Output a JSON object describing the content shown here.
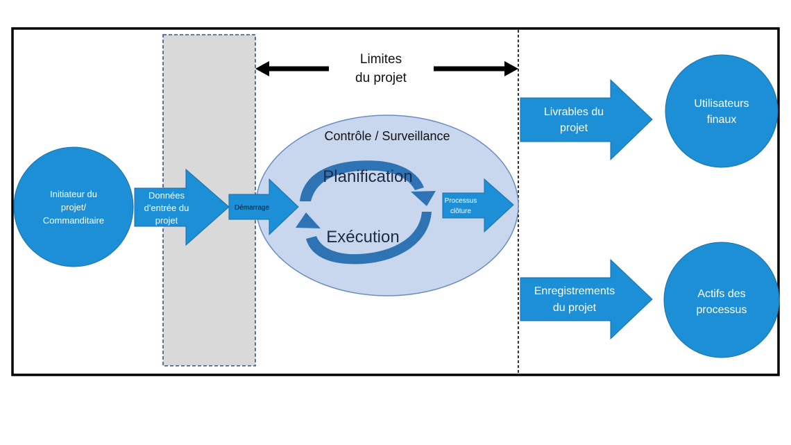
{
  "boundary": {
    "label_line1": "Limites",
    "label_line2": "du projet"
  },
  "initiator": {
    "line1": "Initiateur du",
    "line2": "projet/",
    "line3": "Commanditaire"
  },
  "inputs": {
    "line1": "Données",
    "line2": "d'entrée du",
    "line3": "projet"
  },
  "start": {
    "label": "Démarrage"
  },
  "control": {
    "label": "Contrôle / Surveillance"
  },
  "planning": {
    "label": "Planification"
  },
  "execution": {
    "label": "Exécution"
  },
  "closing": {
    "line1": "Processus",
    "line2": "clôture"
  },
  "deliverables": {
    "line1": "Livrables du",
    "line2": "projet"
  },
  "end_users": {
    "line1": "Utilisateurs",
    "line2": "finaux"
  },
  "records": {
    "line1": "Enregistrements",
    "line2": "du projet"
  },
  "assets": {
    "line1": "Actifs des",
    "line2": "processus"
  },
  "colors": {
    "primary_blue": "#1C8FD6",
    "arrow_dark": "#2E74B5",
    "ellipse_fill": "#C9D7EE",
    "ellipse_stroke": "#6A8CC2",
    "gray_band": "#D9D9D9",
    "frame": "#000000"
  }
}
